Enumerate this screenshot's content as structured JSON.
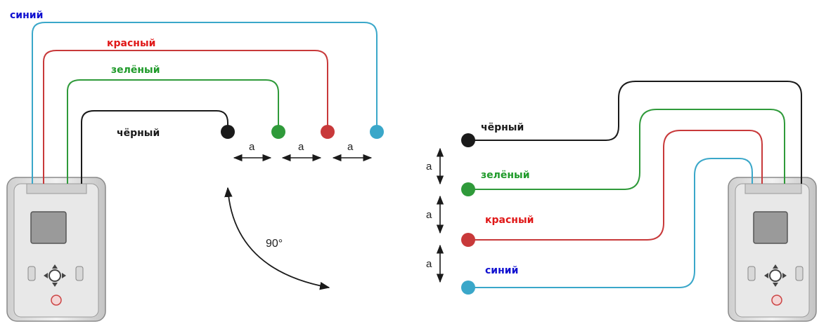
{
  "left_diagram": {
    "wires": {
      "blue": "синий",
      "red": "красный",
      "green": "зелёный",
      "black": "чёрный"
    },
    "spacing": [
      "a",
      "a",
      "a"
    ],
    "angle": "90°"
  },
  "right_diagram": {
    "wires": {
      "black": "чёрный",
      "green": "зелёный",
      "red": "красный",
      "blue": "синий"
    },
    "spacing": [
      "a",
      "a",
      "a"
    ]
  },
  "colors": {
    "blue": "#3aa7c9",
    "red": "#c8393a",
    "green": "#2f9a3a",
    "black": "#1a1a1a",
    "label_blue": "#1010d0",
    "label_red": "#e01818",
    "label_green": "#1f9a2a"
  }
}
